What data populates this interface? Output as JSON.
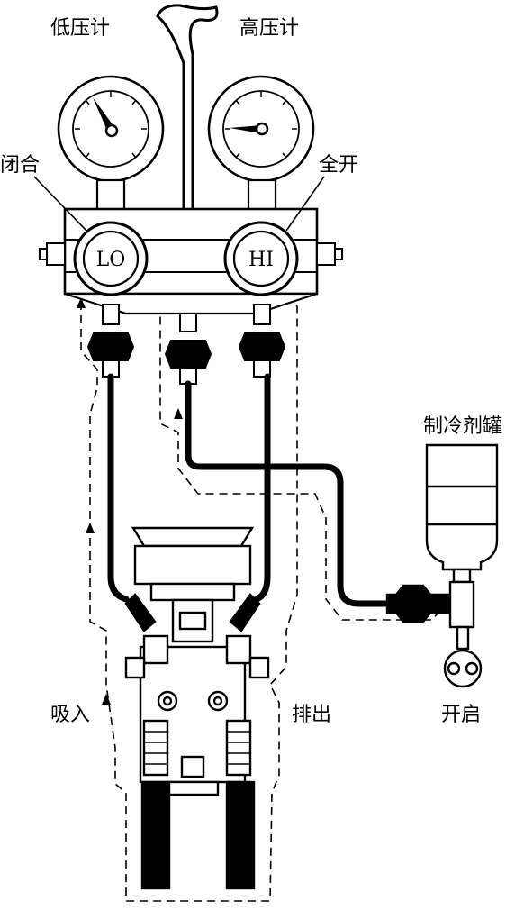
{
  "labels": {
    "low_gauge": "低压计",
    "high_gauge": "高压计",
    "closed": "闭合",
    "fully_open": "全开",
    "refrigerant_can": "制冷剂罐",
    "suction": "吸入",
    "discharge": "排出",
    "open": "开启"
  },
  "knobs": {
    "low": "LO",
    "high": "HI"
  }
}
